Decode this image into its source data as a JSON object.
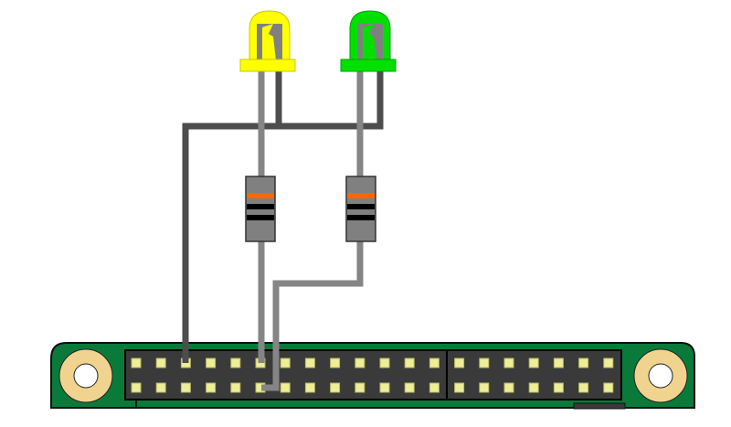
{
  "diagram": {
    "components": [
      {
        "type": "led",
        "color_name": "yellow",
        "color": "#ffff00",
        "edge": "#c8c800"
      },
      {
        "type": "led",
        "color_name": "green",
        "color": "#00e000",
        "edge": "#00a000"
      },
      {
        "type": "resistor",
        "bands": [
          "#ff6600",
          "#000000",
          "#000000"
        ]
      },
      {
        "type": "resistor",
        "bands": [
          "#ff6600",
          "#000000",
          "#000000"
        ]
      }
    ],
    "colors": {
      "board": "#0a7a3a",
      "header": "#3a3a3a",
      "pin": "#eeee99",
      "mounting_hole": "#f0d38e",
      "wire_dark": "#4d4d4d",
      "wire_light": "#858585",
      "resistor_body": "#808080",
      "led_inner": "#808080"
    },
    "header": {
      "columns": 20,
      "rows": 2
    }
  }
}
